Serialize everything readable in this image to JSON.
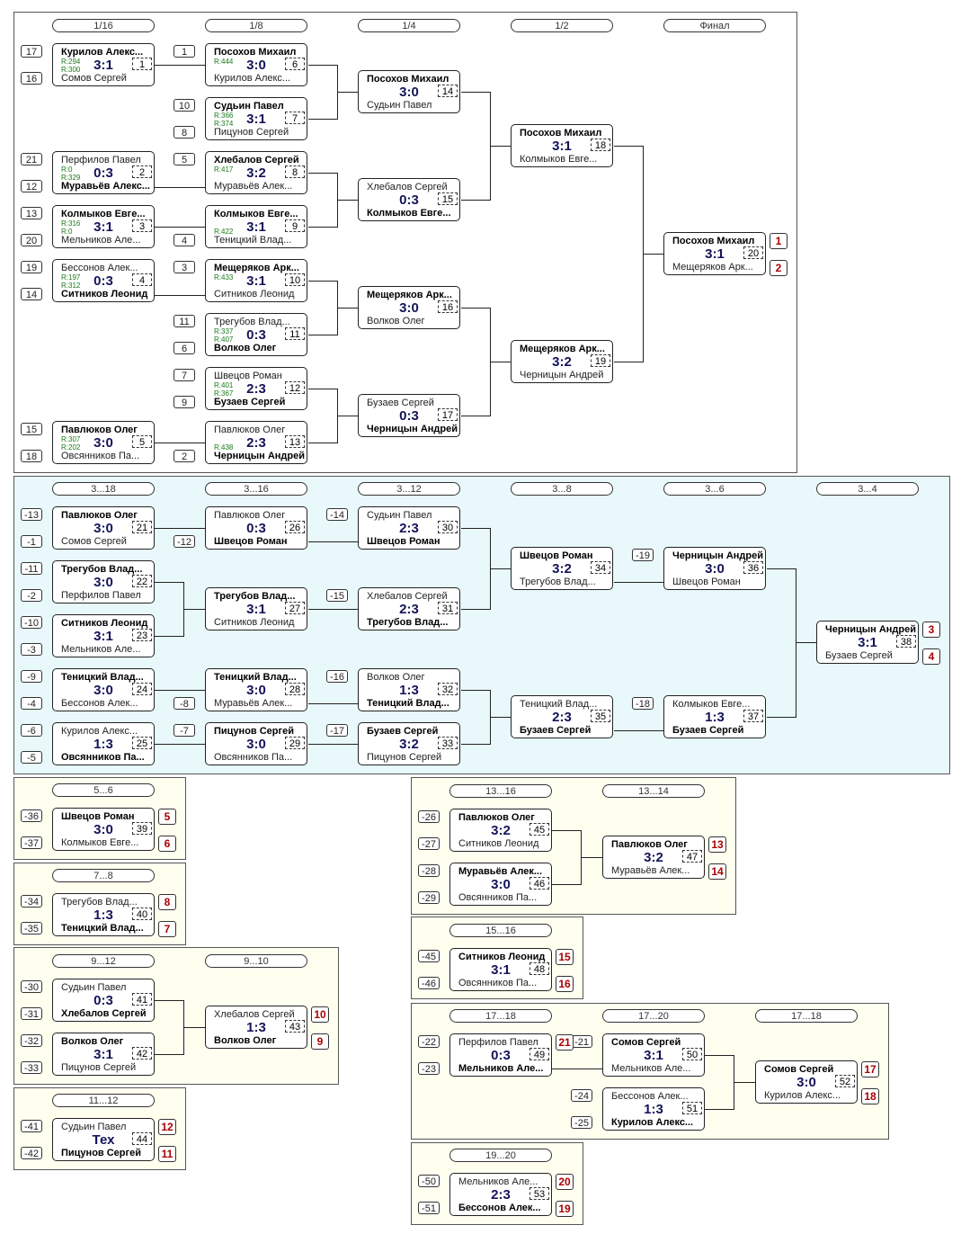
{
  "panels": [
    {
      "id": "main",
      "cls": "p-main"
    },
    {
      "id": "consol",
      "cls": "p-cyan"
    },
    {
      "id": "p5_6",
      "cls": "p-yel"
    },
    {
      "id": "p7_8",
      "cls": "p-yel"
    },
    {
      "id": "p9_12",
      "cls": "p-yel"
    },
    {
      "id": "p11_12",
      "cls": "p-yel"
    },
    {
      "id": "p13_16",
      "cls": "p-yel"
    },
    {
      "id": "p15_16",
      "cls": "p-yel"
    },
    {
      "id": "p17_20",
      "cls": "p-yel"
    },
    {
      "id": "p19_20",
      "cls": "p-yel"
    }
  ],
  "round_labels": [
    "1/16",
    "1/8",
    "1/4",
    "1/2",
    "Финал",
    "3...18",
    "3...16",
    "3...12",
    "3...8",
    "3...6",
    "3...4",
    "5...6",
    "13...16",
    "13...14",
    "7...8",
    "9...12",
    "9...10",
    "15...16",
    "17...18",
    "17...20",
    "17...18",
    "11...12",
    "19...20"
  ],
  "matches": [
    {
      "n": "1",
      "p1": "Курилов Алекс...",
      "p2": "Сомов Сергей",
      "score": "3:1",
      "w": 1,
      "r1": "R:294",
      "r2": "R:300",
      "seeds": [
        "17",
        "16"
      ]
    },
    {
      "n": "2",
      "p1": "Перфилов Павел",
      "p2": "Муравьёв Алекс...",
      "score": "0:3",
      "w": 2,
      "r1": "R:0",
      "r2": "R:329",
      "seeds": [
        "21",
        "12"
      ]
    },
    {
      "n": "3",
      "p1": "Колмыков Евге...",
      "p2": "Мельников Але...",
      "score": "3:1",
      "w": 1,
      "r1": "R:316",
      "r2": "R:0",
      "seeds": [
        "13",
        "20"
      ]
    },
    {
      "n": "4",
      "p1": "Бессонов Алек...",
      "p2": "Ситников Леонид",
      "score": "0:3",
      "w": 2,
      "r1": "R:197",
      "r2": "R:312",
      "seeds": [
        "19",
        "14"
      ]
    },
    {
      "n": "5",
      "p1": "Павлюков Олег",
      "p2": "Овсянников Па...",
      "score": "3:0",
      "w": 1,
      "r1": "R:307",
      "r2": "R:202",
      "seeds": [
        "15",
        "18"
      ]
    },
    {
      "n": "6",
      "p1": "Посохов Михаил",
      "p2": "Курилов Алекс...",
      "score": "3:0",
      "w": 1,
      "r1": "R:444",
      "r2": "",
      "seeds": [
        "1",
        ""
      ]
    },
    {
      "n": "7",
      "p1": "Судьин Павел",
      "p2": "Пицунов Сергей",
      "score": "3:1",
      "w": 1,
      "r1": "R:366",
      "r2": "R:374",
      "seeds": [
        "10",
        "8"
      ]
    },
    {
      "n": "8",
      "p1": "Хлебалов Сергей",
      "p2": "Муравьёв Алек...",
      "score": "3:2",
      "w": 1,
      "r1": "R:417",
      "r2": "",
      "seeds": [
        "5",
        ""
      ]
    },
    {
      "n": "9",
      "p1": "Колмыков Евге...",
      "p2": "Теницкий Влад...",
      "score": "3:1",
      "w": 1,
      "r1": "",
      "r2": "R:422",
      "seeds": [
        "",
        "4"
      ]
    },
    {
      "n": "10",
      "p1": "Мещеряков Арк...",
      "p2": "Ситников Леонид",
      "score": "3:1",
      "w": 1,
      "r1": "R:433",
      "r2": "",
      "seeds": [
        "3",
        ""
      ]
    },
    {
      "n": "11",
      "p1": "Трегубов Влад...",
      "p2": "Волков Олег",
      "score": "0:3",
      "w": 2,
      "r1": "R:337",
      "r2": "R:407",
      "seeds": [
        "11",
        "6"
      ]
    },
    {
      "n": "12",
      "p1": "Швецов Роман",
      "p2": "Бузаев Сергей",
      "score": "2:3",
      "w": 2,
      "r1": "R:401",
      "r2": "R:367",
      "seeds": [
        "7",
        "9"
      ]
    },
    {
      "n": "13",
      "p1": "Павлюков Олег",
      "p2": "Черницын Андрей",
      "score": "2:3",
      "w": 2,
      "r1": "",
      "r2": "R:438",
      "seeds": [
        "",
        "2"
      ]
    },
    {
      "n": "14",
      "p1": "Посохов Михаил",
      "p2": "Судьин Павел",
      "score": "3:0",
      "w": 1,
      "r1": "",
      "r2": "",
      "seeds": [
        "",
        ""
      ]
    },
    {
      "n": "15",
      "p1": "Хлебалов Сергей",
      "p2": "Колмыков Евге...",
      "score": "0:3",
      "w": 2,
      "r1": "",
      "r2": "",
      "seeds": [
        "",
        ""
      ]
    },
    {
      "n": "16",
      "p1": "Мещеряков Арк...",
      "p2": "Волков Олег",
      "score": "3:0",
      "w": 1,
      "r1": "",
      "r2": "",
      "seeds": [
        "",
        ""
      ]
    },
    {
      "n": "17",
      "p1": "Бузаев Сергей",
      "p2": "Черницын Андрей",
      "score": "0:3",
      "w": 2,
      "r1": "",
      "r2": "",
      "seeds": [
        "",
        ""
      ]
    },
    {
      "n": "18",
      "p1": "Посохов Михаил",
      "p2": "Колмыков Евге...",
      "score": "3:1",
      "w": 1,
      "r1": "",
      "r2": "",
      "seeds": [
        "",
        ""
      ]
    },
    {
      "n": "19",
      "p1": "Мещеряков Арк...",
      "p2": "Черницын Андрей",
      "score": "3:2",
      "w": 1,
      "r1": "",
      "r2": "",
      "seeds": [
        "",
        ""
      ]
    },
    {
      "n": "20",
      "p1": "Посохов Михаил",
      "p2": "Мещеряков Арк...",
      "score": "3:1",
      "w": 1,
      "r1": "",
      "r2": "",
      "seeds": [
        "",
        ""
      ]
    },
    {
      "n": "21",
      "p1": "Павлюков Олег",
      "p2": "Сомов Сергей",
      "score": "3:0",
      "w": 1,
      "r1": "",
      "r2": "",
      "seeds": [
        "-13",
        "-1"
      ]
    },
    {
      "n": "22",
      "p1": "Трегубов Влад...",
      "p2": "Перфилов Павел",
      "score": "3:0",
      "w": 1,
      "r1": "",
      "r2": "",
      "seeds": [
        "-11",
        "-2"
      ]
    },
    {
      "n": "23",
      "p1": "Ситников Леонид",
      "p2": "Мельников Але...",
      "score": "3:1",
      "w": 1,
      "r1": "",
      "r2": "",
      "seeds": [
        "-10",
        "-3"
      ]
    },
    {
      "n": "24",
      "p1": "Теницкий Влад...",
      "p2": "Бессонов Алек...",
      "score": "3:0",
      "w": 1,
      "r1": "",
      "r2": "",
      "seeds": [
        "-9",
        "-4"
      ]
    },
    {
      "n": "25",
      "p1": "Курилов Алекс...",
      "p2": "Овсянников Па...",
      "score": "1:3",
      "w": 2,
      "r1": "",
      "r2": "",
      "seeds": [
        "-6",
        "-5"
      ]
    },
    {
      "n": "26",
      "p1": "Павлюков Олег",
      "p2": "Швецов Роман",
      "score": "0:3",
      "w": 2,
      "r1": "",
      "r2": "",
      "seeds": [
        "",
        "-12"
      ]
    },
    {
      "n": "27",
      "p1": "Трегубов Влад...",
      "p2": "Ситников Леонид",
      "score": "3:1",
      "w": 1,
      "r1": "",
      "r2": "",
      "seeds": [
        "",
        ""
      ]
    },
    {
      "n": "28",
      "p1": "Теницкий Влад...",
      "p2": "Муравьёв Алек...",
      "score": "3:0",
      "w": 1,
      "r1": "",
      "r2": "",
      "seeds": [
        "",
        "-8"
      ]
    },
    {
      "n": "29",
      "p1": "Пицунов Сергей",
      "p2": "Овсянников Па...",
      "score": "3:0",
      "w": 1,
      "r1": "",
      "r2": "",
      "seeds": [
        "-7",
        ""
      ]
    },
    {
      "n": "30",
      "p1": "Судьин Павел",
      "p2": "Швецов Роман",
      "score": "2:3",
      "w": 2,
      "r1": "",
      "r2": "",
      "seeds": [
        "-14",
        ""
      ]
    },
    {
      "n": "31",
      "p1": "Хлебалов Сергей",
      "p2": "Трегубов Влад...",
      "score": "2:3",
      "w": 2,
      "r1": "",
      "r2": "",
      "seeds": [
        "-15",
        ""
      ]
    },
    {
      "n": "32",
      "p1": "Волков Олег",
      "p2": "Теницкий Влад...",
      "score": "1:3",
      "w": 2,
      "r1": "",
      "r2": "",
      "seeds": [
        "-16",
        ""
      ]
    },
    {
      "n": "33",
      "p1": "Бузаев Сергей",
      "p2": "Пицунов Сергей",
      "score": "3:2",
      "w": 1,
      "r1": "",
      "r2": "",
      "seeds": [
        "-17",
        ""
      ]
    },
    {
      "n": "34",
      "p1": "Швецов Роман",
      "p2": "Трегубов Влад...",
      "score": "3:2",
      "w": 1,
      "r1": "",
      "r2": "",
      "seeds": [
        "",
        ""
      ]
    },
    {
      "n": "35",
      "p1": "Теницкий Влад...",
      "p2": "Бузаев Сергей",
      "score": "2:3",
      "w": 2,
      "r1": "",
      "r2": "",
      "seeds": [
        "",
        ""
      ]
    },
    {
      "n": "36",
      "p1": "Черницын Андрей",
      "p2": "Швецов Роман",
      "score": "3:0",
      "w": 1,
      "r1": "",
      "r2": "",
      "seeds": [
        "-19",
        ""
      ]
    },
    {
      "n": "37",
      "p1": "Колмыков Евге...",
      "p2": "Бузаев Сергей",
      "score": "1:3",
      "w": 2,
      "r1": "",
      "r2": "",
      "seeds": [
        "-18",
        ""
      ]
    },
    {
      "n": "38",
      "p1": "Черницын Андрей",
      "p2": "Бузаев Сергей",
      "score": "3:1",
      "w": 1,
      "r1": "",
      "r2": "",
      "seeds": [
        "",
        ""
      ]
    },
    {
      "n": "39",
      "p1": "Швецов Роман",
      "p2": "Колмыков Евге...",
      "score": "3:0",
      "w": 1,
      "r1": "",
      "r2": "",
      "seeds": [
        "-36",
        "-37"
      ]
    },
    {
      "n": "40",
      "p1": "Трегубов Влад...",
      "p2": "Теницкий Влад...",
      "score": "1:3",
      "w": 2,
      "r1": "",
      "r2": "",
      "seeds": [
        "-34",
        "-35"
      ]
    },
    {
      "n": "41",
      "p1": "Судьин Павел",
      "p2": "Хлебалов Сергей",
      "score": "0:3",
      "w": 2,
      "r1": "",
      "r2": "",
      "seeds": [
        "-30",
        "-31"
      ]
    },
    {
      "n": "42",
      "p1": "Волков Олег",
      "p2": "Пицунов Сергей",
      "score": "3:1",
      "w": 1,
      "r1": "",
      "r2": "",
      "seeds": [
        "-32",
        "-33"
      ]
    },
    {
      "n": "43",
      "p1": "Хлебалов Сергей",
      "p2": "Волков Олег",
      "score": "1:3",
      "w": 2,
      "r1": "",
      "r2": "",
      "seeds": [
        "",
        ""
      ]
    },
    {
      "n": "44",
      "p1": "Судьин Павел",
      "p2": "Пицунов Сергей",
      "score": "Тех",
      "w": 2,
      "r1": "",
      "r2": "",
      "seeds": [
        "-41",
        "-42"
      ]
    },
    {
      "n": "45",
      "p1": "Павлюков Олег",
      "p2": "Ситников Леонид",
      "score": "3:2",
      "w": 1,
      "r1": "",
      "r2": "",
      "seeds": [
        "-26",
        "-27"
      ]
    },
    {
      "n": "46",
      "p1": "Муравьёв Алек...",
      "p2": "Овсянников Па...",
      "score": "3:0",
      "w": 1,
      "r1": "",
      "r2": "",
      "seeds": [
        "-28",
        "-29"
      ]
    },
    {
      "n": "47",
      "p1": "Павлюков Олег",
      "p2": "Муравьёв Алек...",
      "score": "3:2",
      "w": 1,
      "r1": "",
      "r2": "",
      "seeds": [
        "",
        ""
      ]
    },
    {
      "n": "48",
      "p1": "Ситников Леонид",
      "p2": "Овсянников Па...",
      "score": "3:1",
      "w": 1,
      "r1": "",
      "r2": "",
      "seeds": [
        "-45",
        "-46"
      ]
    },
    {
      "n": "49",
      "p1": "Перфилов Павел",
      "p2": "Мельников Але...",
      "score": "0:3",
      "w": 2,
      "r1": "",
      "r2": "",
      "seeds": [
        "-22",
        "-23"
      ]
    },
    {
      "n": "50",
      "p1": "Сомов Сергей",
      "p2": "Мельников Але...",
      "score": "3:1",
      "w": 1,
      "r1": "",
      "r2": "",
      "seeds": [
        "-21",
        ""
      ]
    },
    {
      "n": "51",
      "p1": "Бессонов Алек...",
      "p2": "Курилов Алекс...",
      "score": "1:3",
      "w": 2,
      "r1": "",
      "r2": "",
      "seeds": [
        "-24",
        "-25"
      ]
    },
    {
      "n": "52",
      "p1": "Сомов Сергей",
      "p2": "Курилов Алекс...",
      "score": "3:0",
      "w": 1,
      "r1": "",
      "r2": "",
      "seeds": [
        "",
        ""
      ]
    },
    {
      "n": "53",
      "p1": "Мельников Але...",
      "p2": "Бессонов Алек...",
      "score": "2:3",
      "w": 2,
      "r1": "",
      "r2": "",
      "seeds": [
        "-50",
        "-51"
      ]
    }
  ],
  "places": [
    {
      "m": "20",
      "top": "1",
      "bot": "2"
    },
    {
      "m": "38",
      "top": "3",
      "bot": "4"
    },
    {
      "m": "39",
      "top": "5",
      "bot": "6"
    },
    {
      "m": "40",
      "top": "8",
      "bot": "7"
    },
    {
      "m": "43",
      "top": "10",
      "bot": "9"
    },
    {
      "m": "44",
      "top": "12",
      "bot": "11"
    },
    {
      "m": "47",
      "top": "13",
      "bot": "14"
    },
    {
      "m": "48",
      "top": "15",
      "bot": "16"
    },
    {
      "m": "49",
      "top": "21",
      "bot": ""
    },
    {
      "m": "52",
      "top": "17",
      "bot": "18"
    },
    {
      "m": "53",
      "top": "20",
      "bot": "19"
    }
  ]
}
